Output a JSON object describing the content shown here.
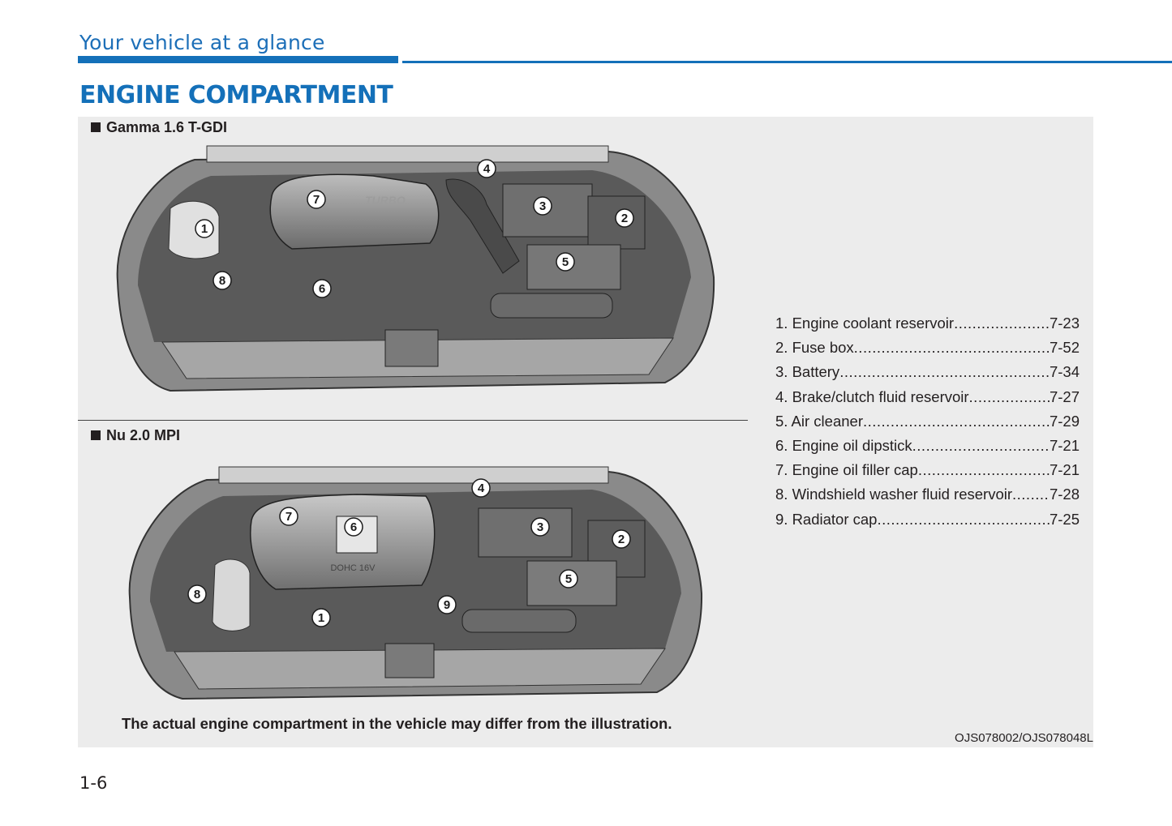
{
  "header": {
    "section_title": "Your vehicle at a glance",
    "page_heading": "ENGINE COMPARTMENT"
  },
  "engines": [
    {
      "label": "Gamma 1.6 T-GDI",
      "callouts": [
        "1",
        "2",
        "3",
        "4",
        "5",
        "6",
        "7",
        "8"
      ]
    },
    {
      "label": "Nu 2.0 MPI",
      "callouts": [
        "1",
        "2",
        "3",
        "4",
        "5",
        "6",
        "7",
        "8",
        "9"
      ],
      "cover_text": "DOHC 16V"
    }
  ],
  "engine1_cover_text": "TURBO",
  "legend": [
    {
      "label": "1. Engine coolant reservoir",
      "page": "7-23"
    },
    {
      "label": "2. Fuse box",
      "page": "7-52"
    },
    {
      "label": "3. Battery",
      "page": "7-34"
    },
    {
      "label": "4. Brake/clutch fluid reservoir",
      "page": "7-27"
    },
    {
      "label": "5. Air cleaner",
      "page": "7-29"
    },
    {
      "label": "6. Engine oil dipstick",
      "page": "7-21"
    },
    {
      "label": "7. Engine oil filler cap",
      "page": "7-21"
    },
    {
      "label": "8. Windshield washer fluid reservoir",
      "page": "7-28"
    },
    {
      "label": "9. Radiator cap",
      "page": "7-25"
    }
  ],
  "footnote": "The actual engine compartment in the vehicle may differ from the illustration.",
  "image_code": "OJS078002/OJS078048L",
  "page_number": "1-6",
  "colors": {
    "accent": "#1470b9",
    "panel": "#ececec"
  }
}
